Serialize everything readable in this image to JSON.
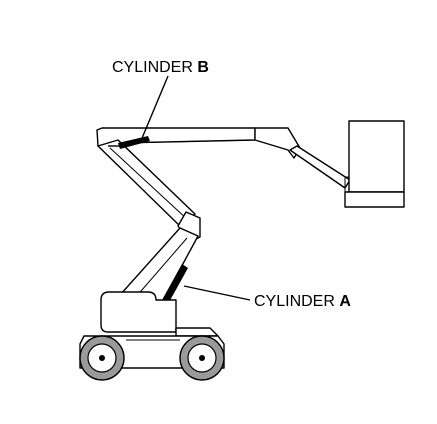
{
  "labels": {
    "cylinder_b": {
      "prefix": "CYLINDER ",
      "letter": "B"
    },
    "cylinder_a": {
      "prefix": "CYLINDER ",
      "letter": "A"
    }
  },
  "colors": {
    "ink": "#000000",
    "tire": "#9a9a9a",
    "paper": "#ffffff"
  }
}
